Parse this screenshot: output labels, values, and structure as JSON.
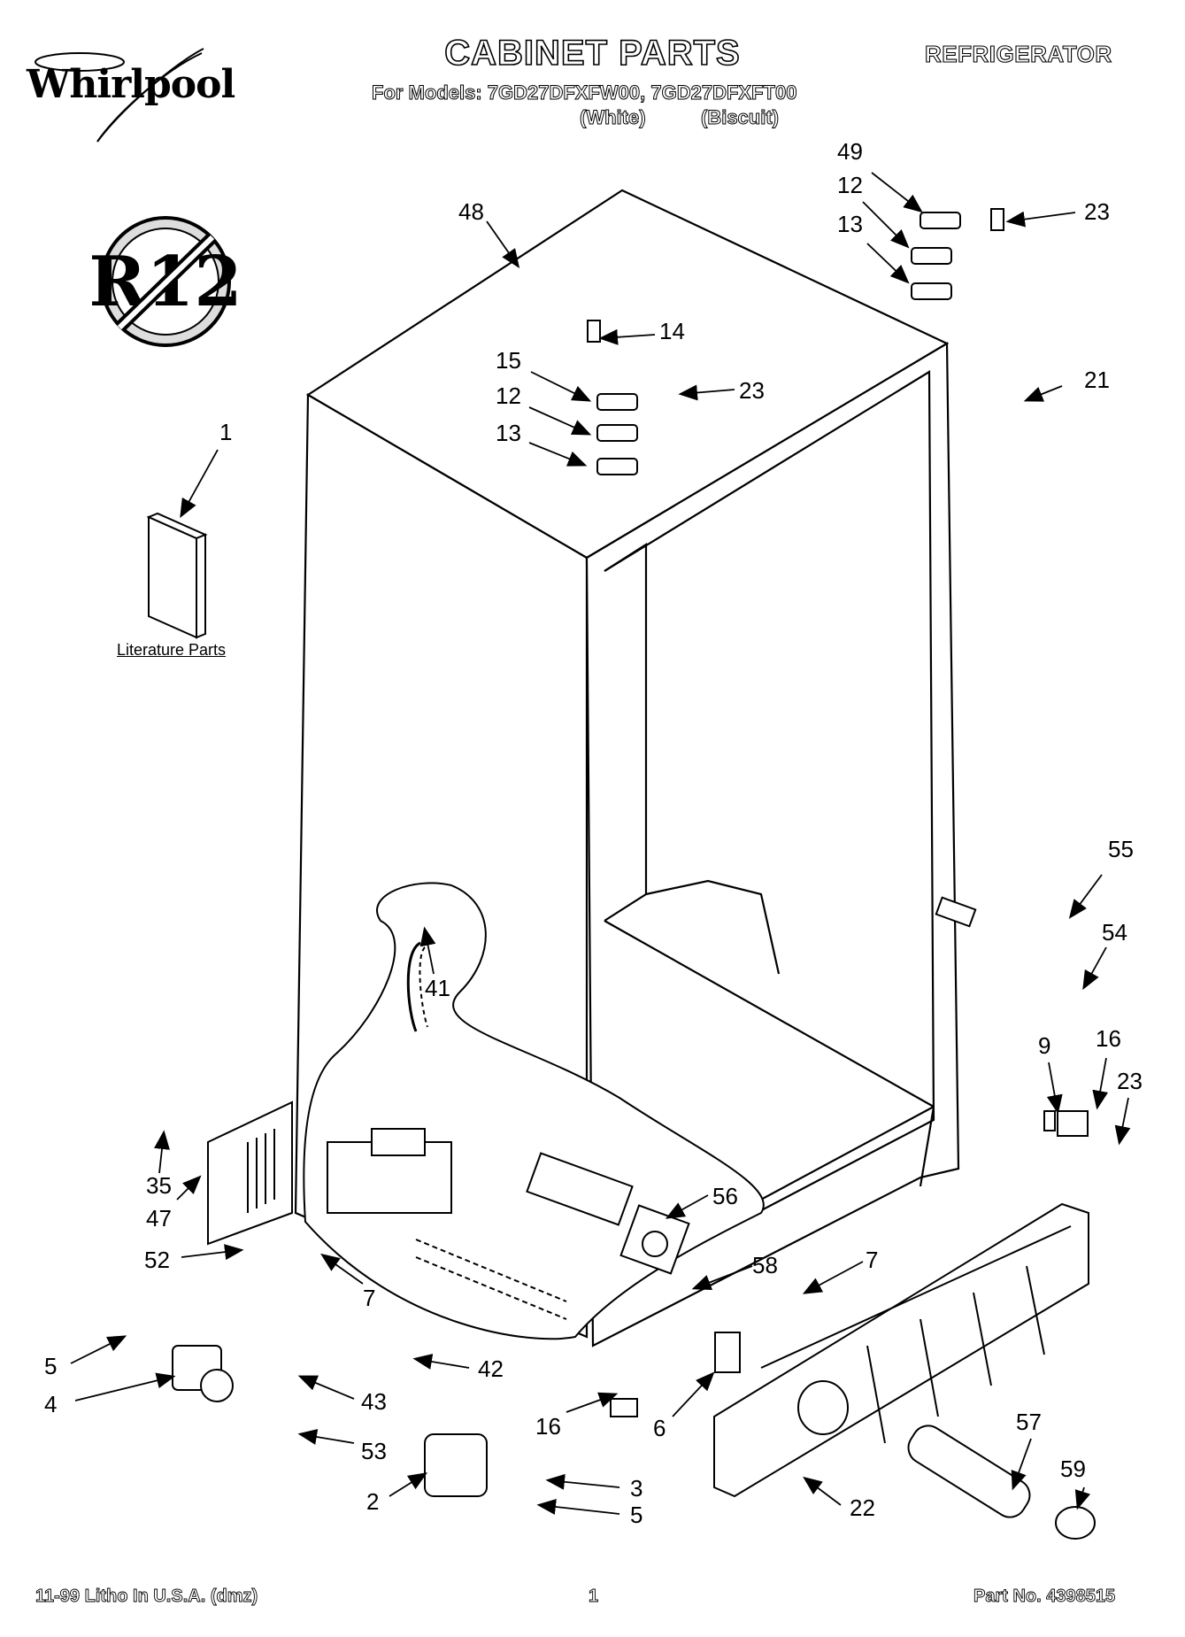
{
  "header": {
    "brand": "Whirlpool",
    "title": "CABINET PARTS",
    "category": "REFRIGERATOR",
    "models_line": "For Models: 7GD27DFXFW00, 7GD27DFXFT00",
    "variant_white": "(White)",
    "variant_biscuit": "(Biscuit)",
    "badge_text": "R12"
  },
  "literature_label": "Literature Parts",
  "footer": {
    "litho": "11-99 Litho In U.S.A. (dmz)",
    "page": "1",
    "part_no": "Part No. 4398515"
  },
  "callouts": {
    "c1": "1",
    "c48": "48",
    "c49": "49",
    "c12a": "12",
    "c13a": "13",
    "c23a": "23",
    "c14": "14",
    "c15": "15",
    "c12b": "12",
    "c13b": "13",
    "c23b": "23",
    "c21": "21",
    "c55": "55",
    "c54": "54",
    "c9": "9",
    "c16a": "16",
    "c23c": "23",
    "c41": "41",
    "c35": "35",
    "c47": "47",
    "c56": "56",
    "c52": "52",
    "c7a": "7",
    "c58": "58",
    "c7b": "7",
    "c5a": "5",
    "c4": "4",
    "c42": "42",
    "c43": "43",
    "c16b": "16",
    "c6": "6",
    "c53": "53",
    "c3": "3",
    "c2": "2",
    "c5b": "5",
    "c22": "22",
    "c57": "57",
    "c59": "59"
  }
}
